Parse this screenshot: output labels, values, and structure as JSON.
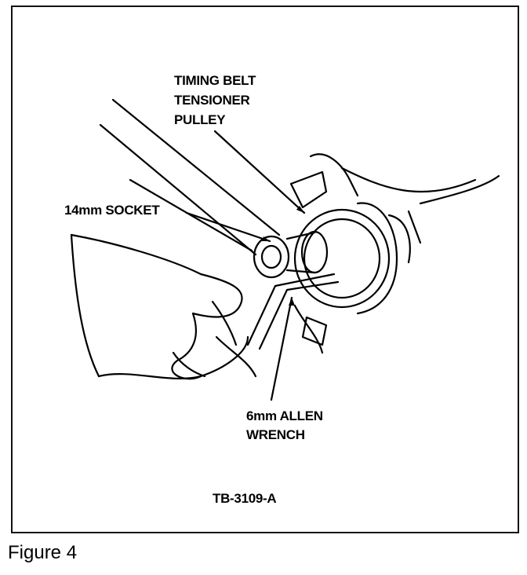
{
  "figure": {
    "caption": "Figure 4",
    "code": "TB-3109-A"
  },
  "callouts": {
    "tensioner_line1": "TIMING BELT",
    "tensioner_line2": "TENSIONER",
    "tensioner_line3": "PULLEY",
    "socket": "14mm SOCKET",
    "allen_line1": "6mm ALLEN",
    "allen_line2": "WRENCH"
  }
}
